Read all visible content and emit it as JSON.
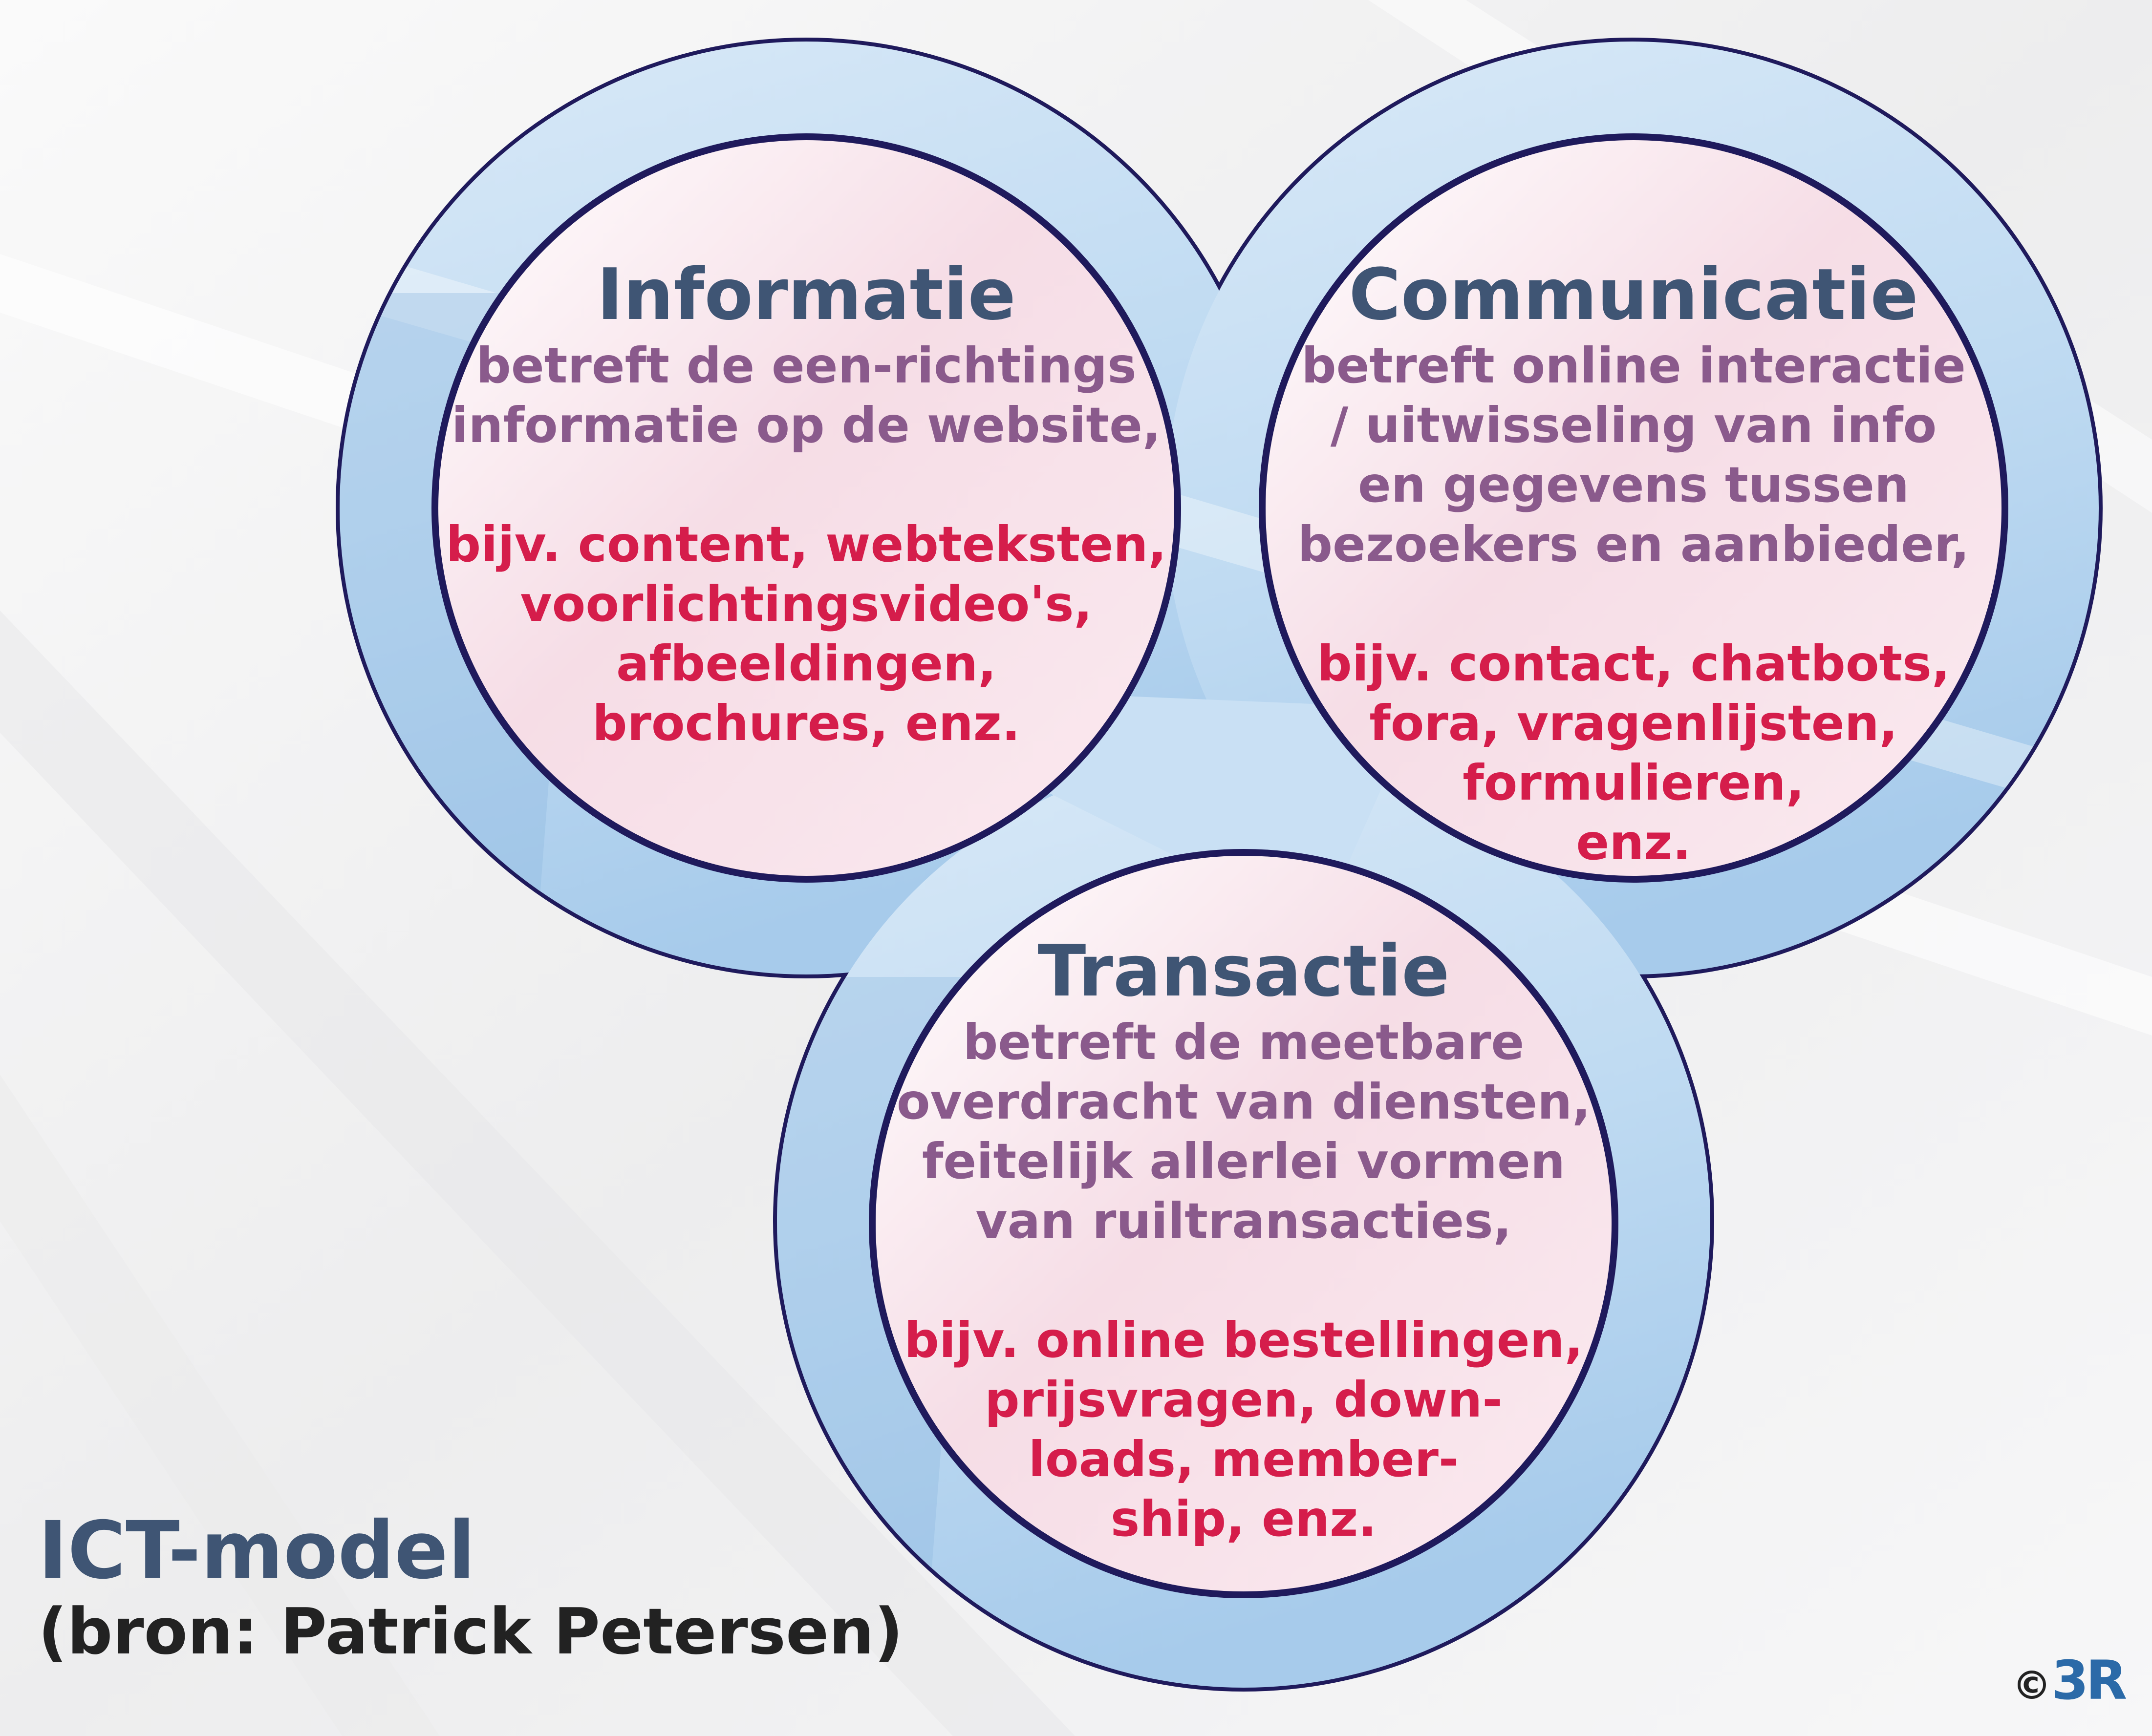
{
  "colors": {
    "ring_fill": "#c0dbf2",
    "ring_shadow": "#9fc3e6",
    "outline": "#1f1a5c",
    "inner_fill": "#f8e3ea",
    "title": "#3f5574",
    "description": "#8a5a8c",
    "examples": "#d51d4b",
    "source": "#222222",
    "logo": "#2b6aa8"
  },
  "circles": [
    {
      "title": "Informatie",
      "description": "betreft de een-richtings\ninformatie op de website,",
      "examples": "bijv. content, webteksten,\nvoorlichtingsvideo's,\nafbeeldingen,\nbrochures, enz."
    },
    {
      "title": "Communicatie",
      "description": "betreft online interactie\n/ uitwisseling van info\nen gegevens tussen\nbezoekers en aanbieder,",
      "examples": "bijv. contact, chatbots,\nfora, vragenlijsten,\nformulieren,\nenz."
    },
    {
      "title": "Transactie",
      "description": "betreft de meetbare\noverdracht van diensten,\nfeitelijk allerlei vormen\nvan ruiltransacties,",
      "examples": "bijv. online bestellingen,\nprijsvragen, down-\nloads, member-\nship, enz."
    }
  ],
  "model_title": "ICT-model",
  "model_source": "(bron: Patrick Petersen)",
  "copyright": {
    "symbol": "©",
    "mark": "3R"
  }
}
